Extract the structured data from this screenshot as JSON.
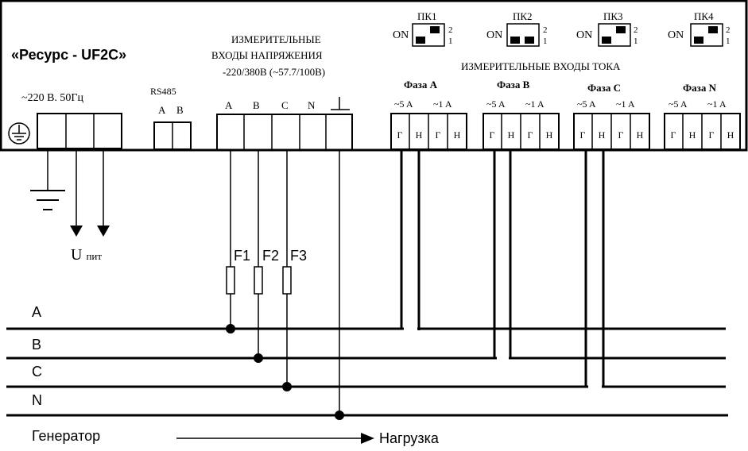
{
  "device": {
    "title": "«Ресурс - UF2C»",
    "power_label": "~220 В. 50Гц",
    "rs485_label": "RS485",
    "rs485_terminals": [
      "A",
      "B"
    ],
    "voltage_block_title_1": "ИЗМЕРИТЕЛЬНЫЕ",
    "voltage_block_title_2": "ВХОДЫ НАПРЯЖЕНИЯ",
    "voltage_block_title_3": "-220/380В (~57.7/100В)",
    "voltage_terminals": [
      "A",
      "B",
      "C",
      "N"
    ],
    "current_block_title": "ИЗМЕРИТЕЛЬНЫЕ ВХОДЫ ТОКА"
  },
  "switches": [
    {
      "name": "ПК1",
      "on": "ON",
      "pos2": "2",
      "pos1": "1"
    },
    {
      "name": "ПК2",
      "on": "ON",
      "pos2": "2",
      "pos1": "1"
    },
    {
      "name": "ПК3",
      "on": "ON",
      "pos2": "2",
      "pos1": "1"
    },
    {
      "name": "ПК4",
      "on": "ON",
      "pos2": "2",
      "pos1": "1"
    }
  ],
  "phases": [
    {
      "name": "Фаза A",
      "r5": "~5 A",
      "r1": "~1 A",
      "terms": [
        "Г",
        "Н",
        "Г",
        "Н"
      ]
    },
    {
      "name": "Фаза B",
      "r5": "~5 A",
      "r1": "~1 A",
      "terms": [
        "Г",
        "Н",
        "Г",
        "Н"
      ]
    },
    {
      "name": "Фаза C",
      "r5": "~5 A",
      "r1": "~1 A",
      "terms": [
        "Г",
        "Н",
        "Г",
        "Н"
      ]
    },
    {
      "name": "Фаза N",
      "r5": "~5 A",
      "r1": "~1 A",
      "terms": [
        "Г",
        "Н",
        "Г",
        "Н"
      ]
    }
  ],
  "supply": {
    "label": "U",
    "sub": "пит"
  },
  "fuses": [
    "F1",
    "F2",
    "F3"
  ],
  "lines": [
    "A",
    "B",
    "C",
    "N"
  ],
  "generator_label": "Генератор",
  "load_label": "Нагрузка"
}
